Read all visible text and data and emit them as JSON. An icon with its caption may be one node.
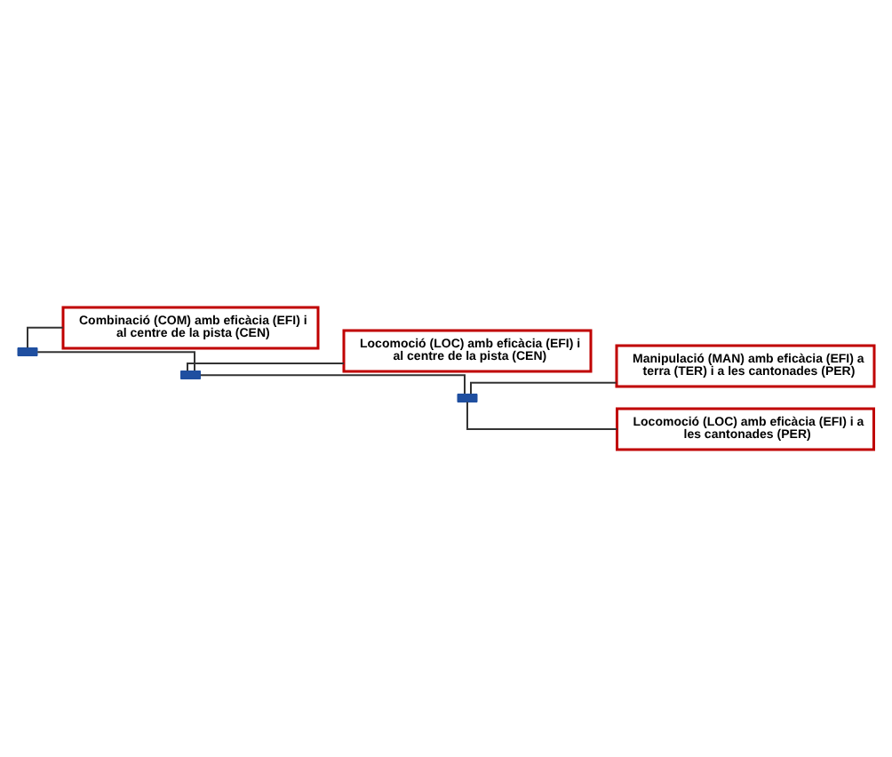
{
  "diagram": {
    "nodes": [
      {
        "text": [
          "Combinació (COM) amb eficàcia (EFI) i al centre de la pista (CEN)"
        ]
      },
      {
        "text": [],
        "shape": "bar"
      },
      {
        "text": [
          "Locomoció (LOC) amb eficàcia (EFI) i al centre de la pista (CEN)"
        ]
      },
      {
        "text": [],
        "shape": "bar"
      },
      {
        "text": [
          "Manipulació (MAN) amb eficàcia (EFI) a terra (TER) i a les cantonades (PER)"
        ]
      },
      {
        "text": [],
        "shape": "bar"
      },
      {
        "text": [
          "Locomoció (LOC) amb eficàcia (EFI) i a les cantonades (PER)"
        ]
      }
    ],
    "edges": [
      {
        "from": 1,
        "to": 0,
        "arrow": "none"
      },
      {
        "from": 1,
        "to": 3,
        "arrow": "none"
      },
      {
        "from": 3,
        "to": 2,
        "arrow": "none"
      },
      {
        "from": 3,
        "to": 5,
        "arrow": "none"
      },
      {
        "from": 5,
        "to": 4,
        "arrow": "none"
      },
      {
        "from": 5,
        "to": 6,
        "arrow": "none"
      }
    ]
  }
}
